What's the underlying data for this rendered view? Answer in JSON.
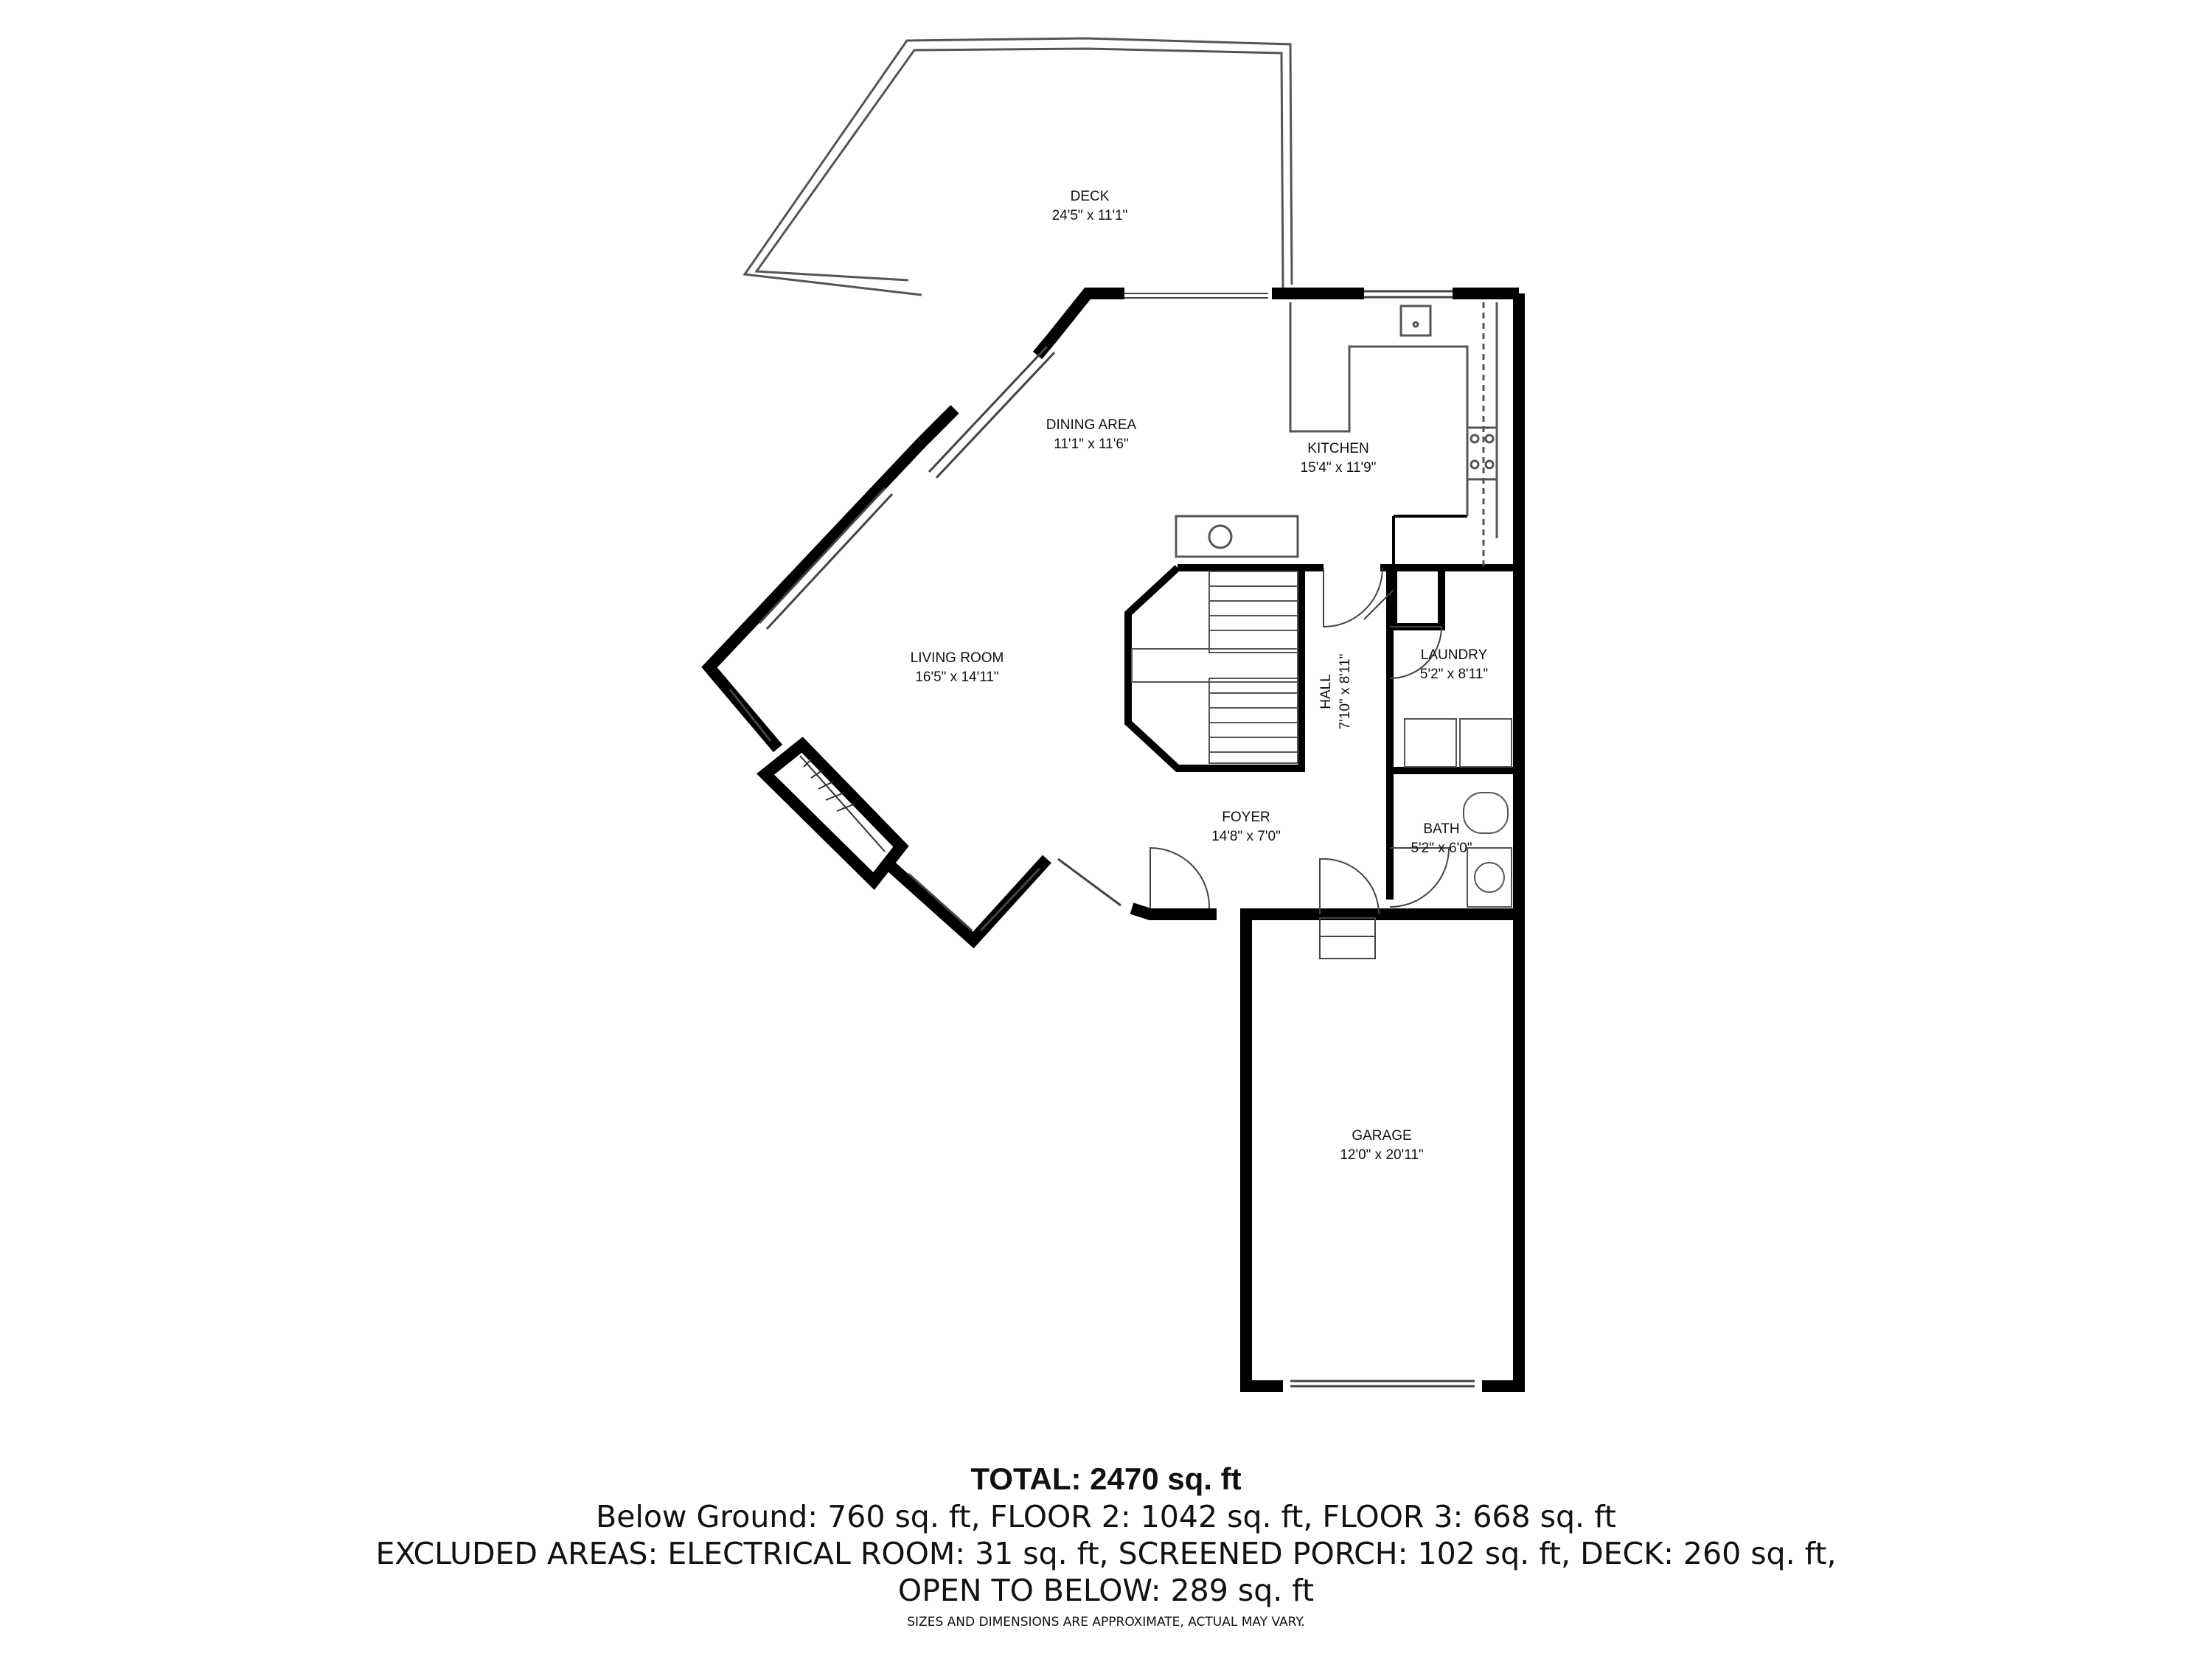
{
  "rooms": {
    "deck": {
      "name": "DECK",
      "dims": "24'5\" x 11'1\""
    },
    "dining_area": {
      "name": "DINING AREA",
      "dims": "11'1\" x 11'6\""
    },
    "kitchen": {
      "name": "KITCHEN",
      "dims": "15'4\" x 11'9\""
    },
    "living_room": {
      "name": "LIVING ROOM",
      "dims": "16'5\" x 14'11\""
    },
    "hall": {
      "name": "HALL",
      "dims": "7'10\" x 8'11\""
    },
    "laundry": {
      "name": "LAUNDRY",
      "dims": "5'2\" x 8'11\""
    },
    "foyer": {
      "name": "FOYER",
      "dims": "14'8\" x 7'0\""
    },
    "bath": {
      "name": "BATH",
      "dims": "5'2\" x 6'0\""
    },
    "garage": {
      "name": "GARAGE",
      "dims": "12'0\" x 20'11\""
    }
  },
  "summary": {
    "total": "TOTAL: 2470 sq. ft",
    "floors": "Below Ground: 760 sq. ft, FLOOR 2: 1042 sq. ft, FLOOR 3: 668 sq. ft",
    "excluded_line1": "EXCLUDED AREAS: ELECTRICAL ROOM: 31 sq. ft, SCREENED PORCH: 102 sq. ft, DECK: 260 sq. ft,",
    "excluded_line2": "OPEN TO BELOW: 289 sq. ft",
    "disclaimer": "SIZES AND DIMENSIONS ARE APPROXIMATE, ACTUAL MAY VARY."
  },
  "colors": {
    "wall": "#000000",
    "fixture": "#555555",
    "background": "#ffffff"
  }
}
